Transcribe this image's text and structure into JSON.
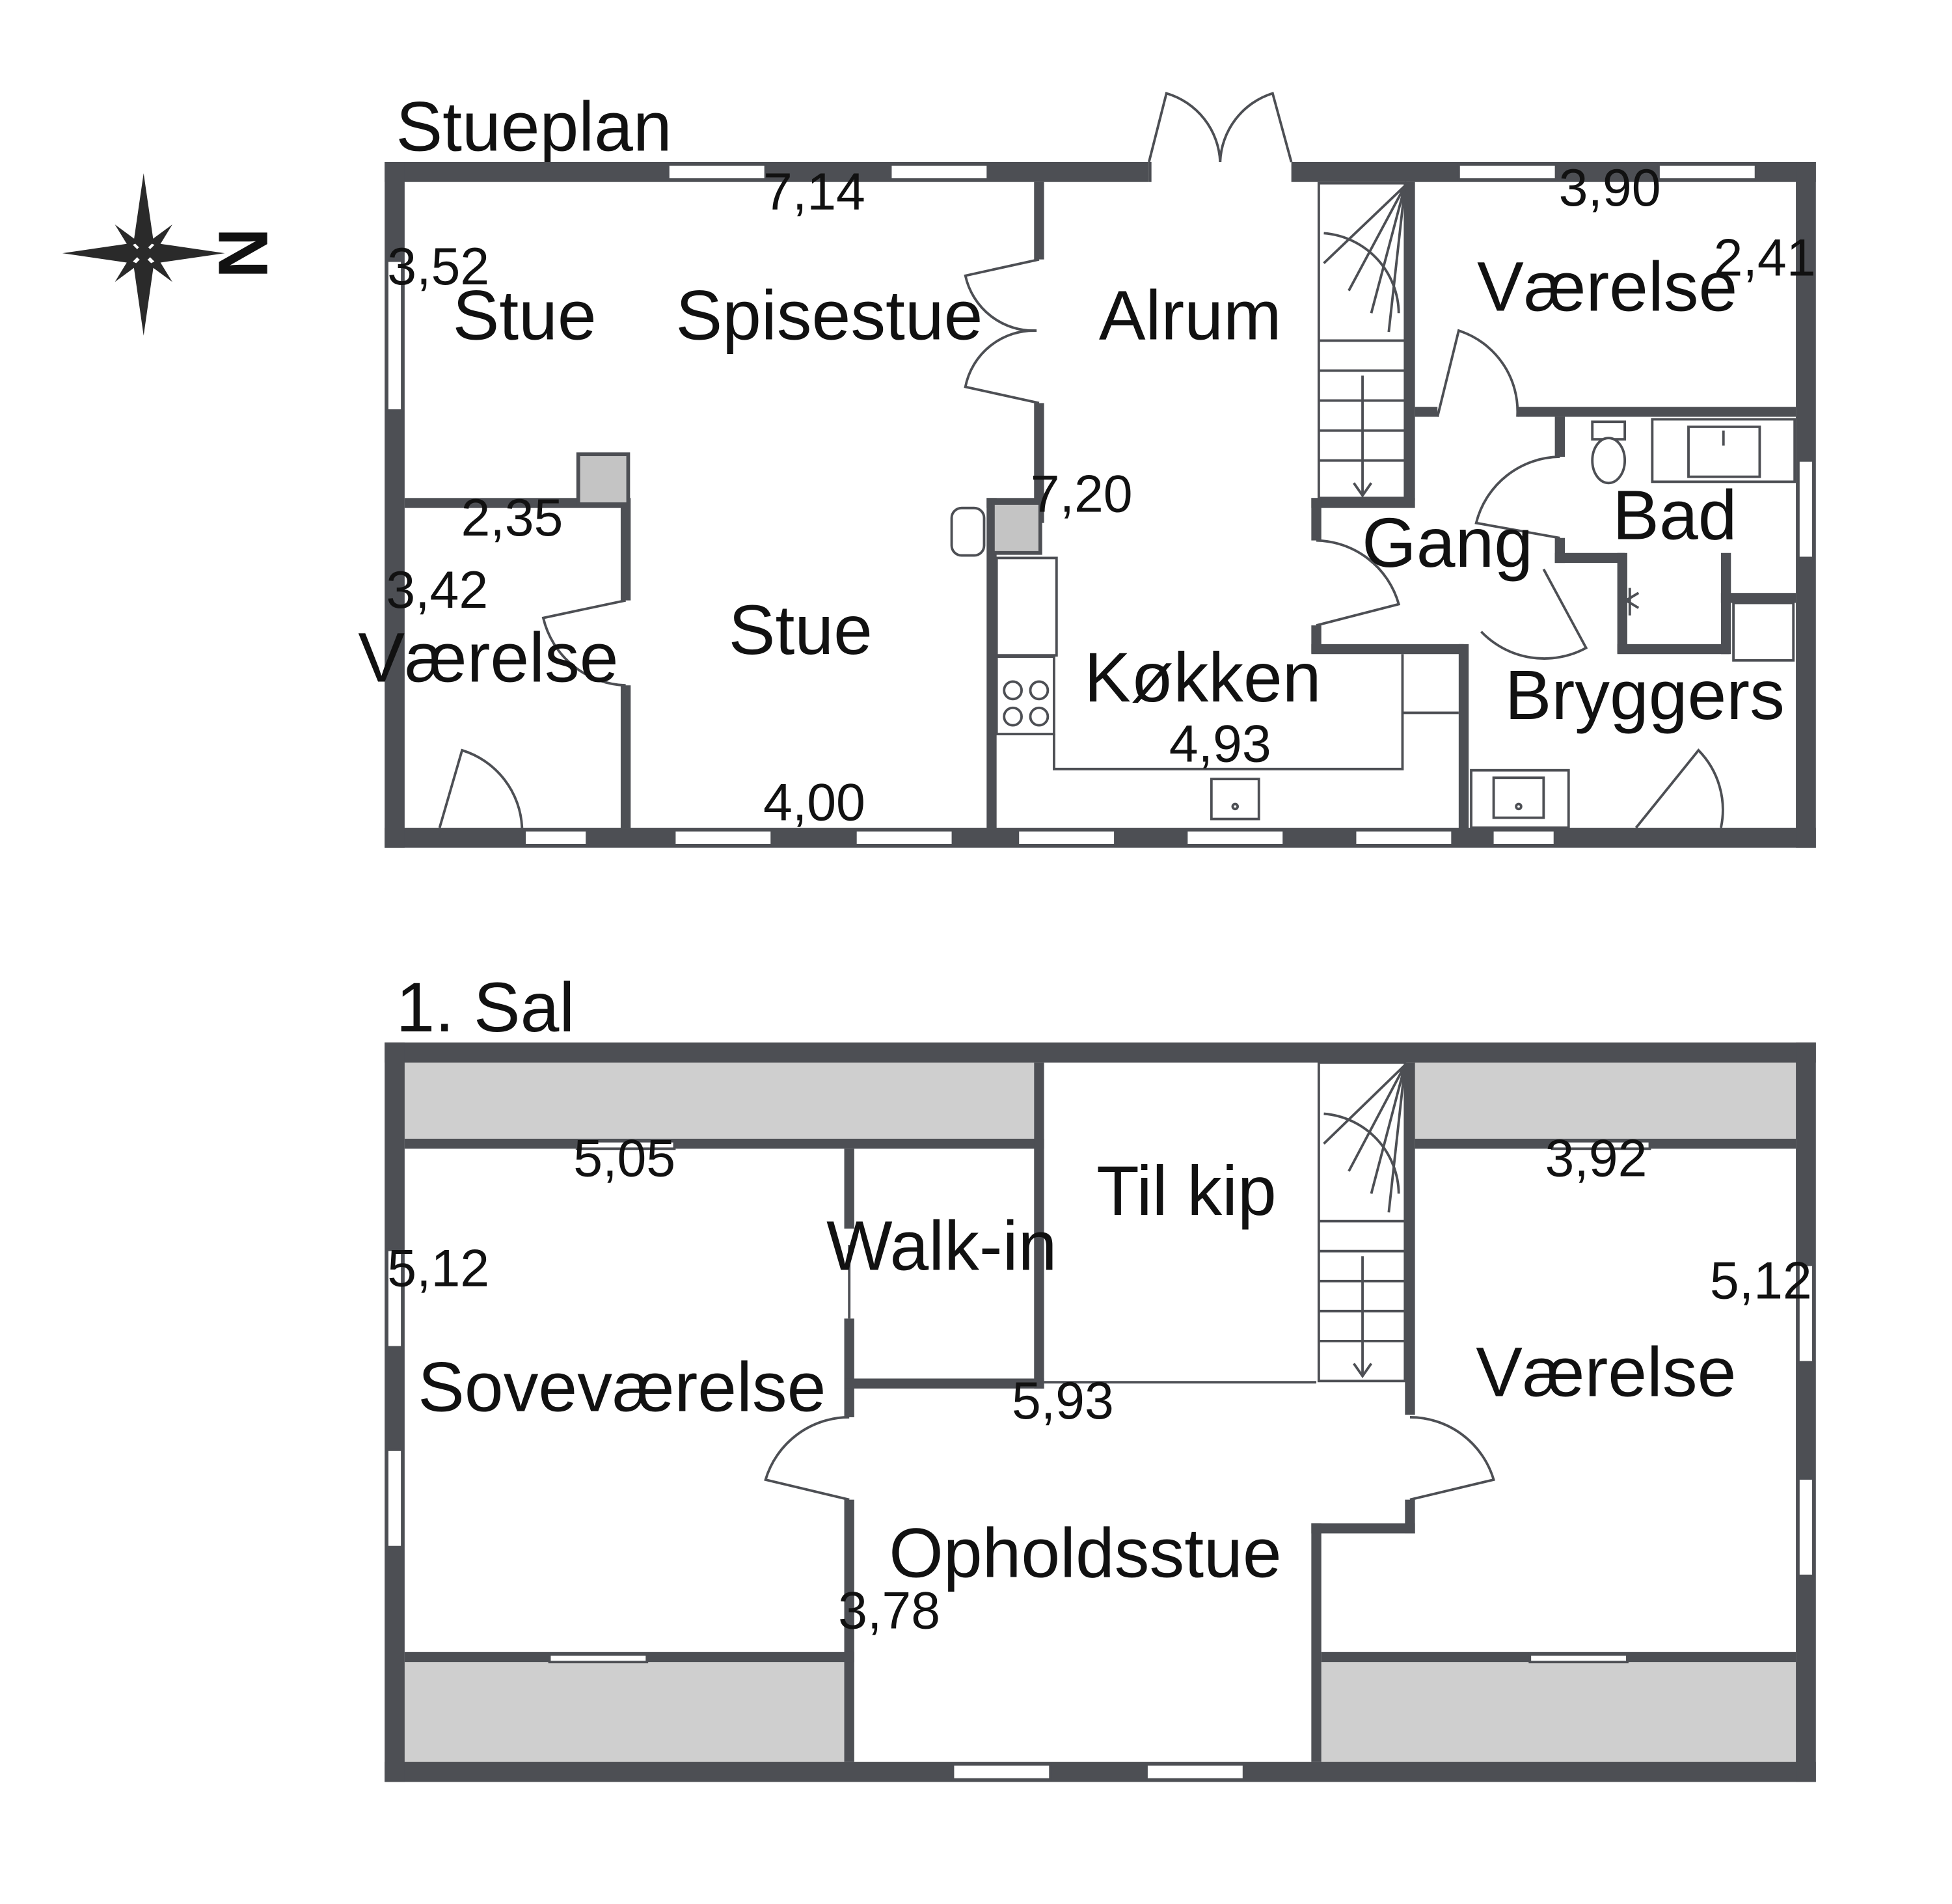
{
  "colors": {
    "wall": "#4d4f54",
    "attic": "#cfcfcf",
    "background": "#ffffff"
  },
  "compass": {
    "icon": "north-arrow-compass-rose",
    "label": "N"
  },
  "ground_floor": {
    "title": "Stueplan",
    "rooms": {
      "stue_top": "Stue",
      "spisestue": "Spisestue",
      "alrum": "Alrum",
      "vaerelse_ne": "Værelse",
      "vaerelse_sw": "Værelse",
      "stue_bottom": "Stue",
      "gang": "Gang",
      "bad": "Bad",
      "koekken": "Køkken",
      "bryggers": "Bryggers"
    },
    "dimensions": {
      "d714": "7,14",
      "d352": "3,52",
      "d390": "3,90",
      "d241": "2,41",
      "d235": "2,35",
      "d342": "3,42",
      "d720": "7,20",
      "d493": "4,93",
      "d400": "4,00"
    }
  },
  "first_floor": {
    "title": "1. Sal",
    "rooms": {
      "walkin": "Walk-in",
      "tilkip": "Til kip",
      "sovevaerelse": "Soveværelse",
      "vaerelse": "Værelse",
      "opholdsstue": "Opholdsstue"
    },
    "dimensions": {
      "d505": "5,05",
      "d392": "3,92",
      "d512_left": "5,12",
      "d512_right": "5,12",
      "d593": "5,93",
      "d378": "3,78"
    }
  }
}
